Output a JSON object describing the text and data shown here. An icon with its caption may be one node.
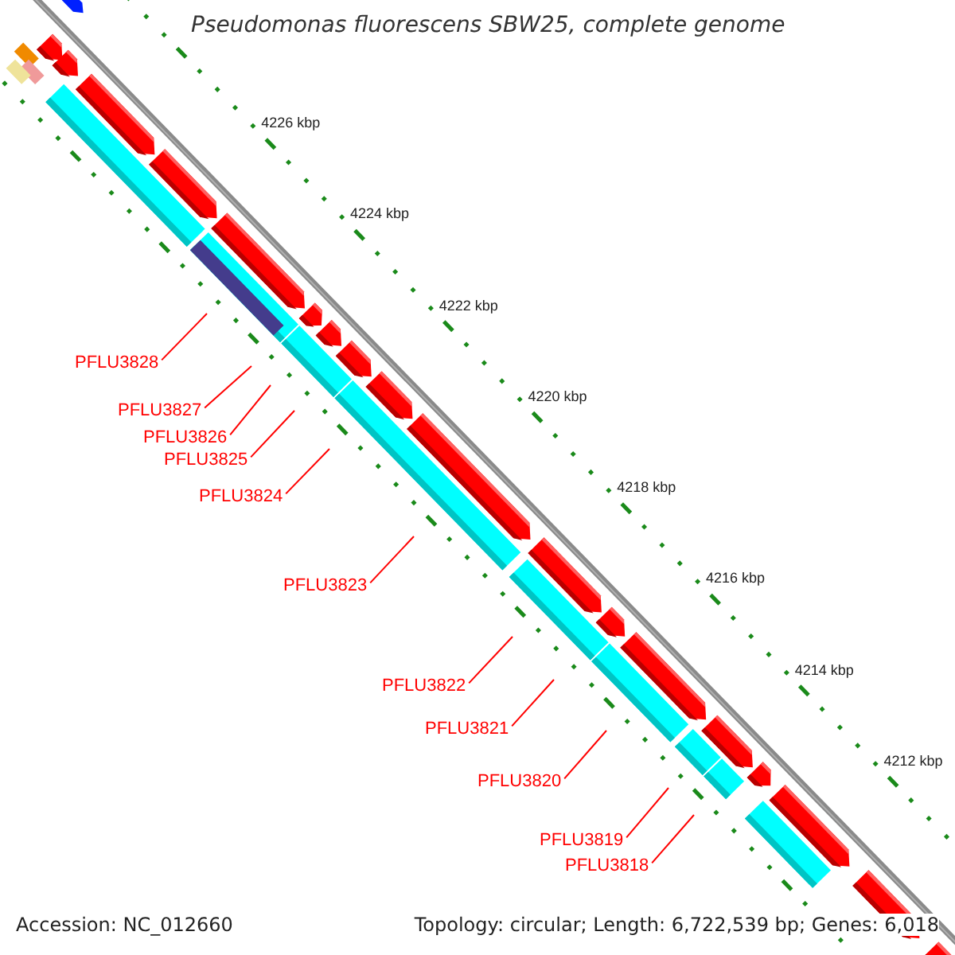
{
  "diagram": {
    "title": "Pseudomonas fluorescens SBW25, complete genome",
    "nodes": [
      {
        "text": [
          "PFLU3828"
        ]
      },
      {
        "text": [
          "PFLU3827"
        ]
      },
      {
        "text": [
          "PFLU3826"
        ]
      },
      {
        "text": [
          "PFLU3825"
        ]
      },
      {
        "text": [
          "PFLU3824"
        ]
      },
      {
        "text": [
          "PFLU3823"
        ]
      },
      {
        "text": [
          "PFLU3822"
        ]
      },
      {
        "text": [
          "PFLU3821"
        ]
      },
      {
        "text": [
          "PFLU3820"
        ]
      },
      {
        "text": [
          "PFLU3819"
        ]
      },
      {
        "text": [
          "PFLU3818"
        ]
      }
    ],
    "edges": [
      {
        "from": 0,
        "to": null,
        "arrow": "none"
      },
      {
        "from": 1,
        "to": null,
        "arrow": "none"
      },
      {
        "from": 2,
        "to": null,
        "arrow": "none"
      },
      {
        "from": 3,
        "to": null,
        "arrow": "none"
      },
      {
        "from": 4,
        "to": null,
        "arrow": "none"
      },
      {
        "from": 5,
        "to": null,
        "arrow": "none"
      },
      {
        "from": 6,
        "to": null,
        "arrow": "none"
      },
      {
        "from": 7,
        "to": null,
        "arrow": "none"
      },
      {
        "from": 8,
        "to": null,
        "arrow": "none"
      },
      {
        "from": 9,
        "to": null,
        "arrow": "none"
      },
      {
        "from": 10,
        "to": null,
        "arrow": "none"
      }
    ],
    "labels": [
      "4226 kbp",
      "4224 kbp",
      "4222 kbp",
      "4220 kbp",
      "4218 kbp",
      "4216 kbp",
      "4214 kbp",
      "4212 kbp",
      "Accession: NC_012660",
      "Topology: circular; Length: 6,722,539 bp; Genes: 6,018"
    ]
  }
}
